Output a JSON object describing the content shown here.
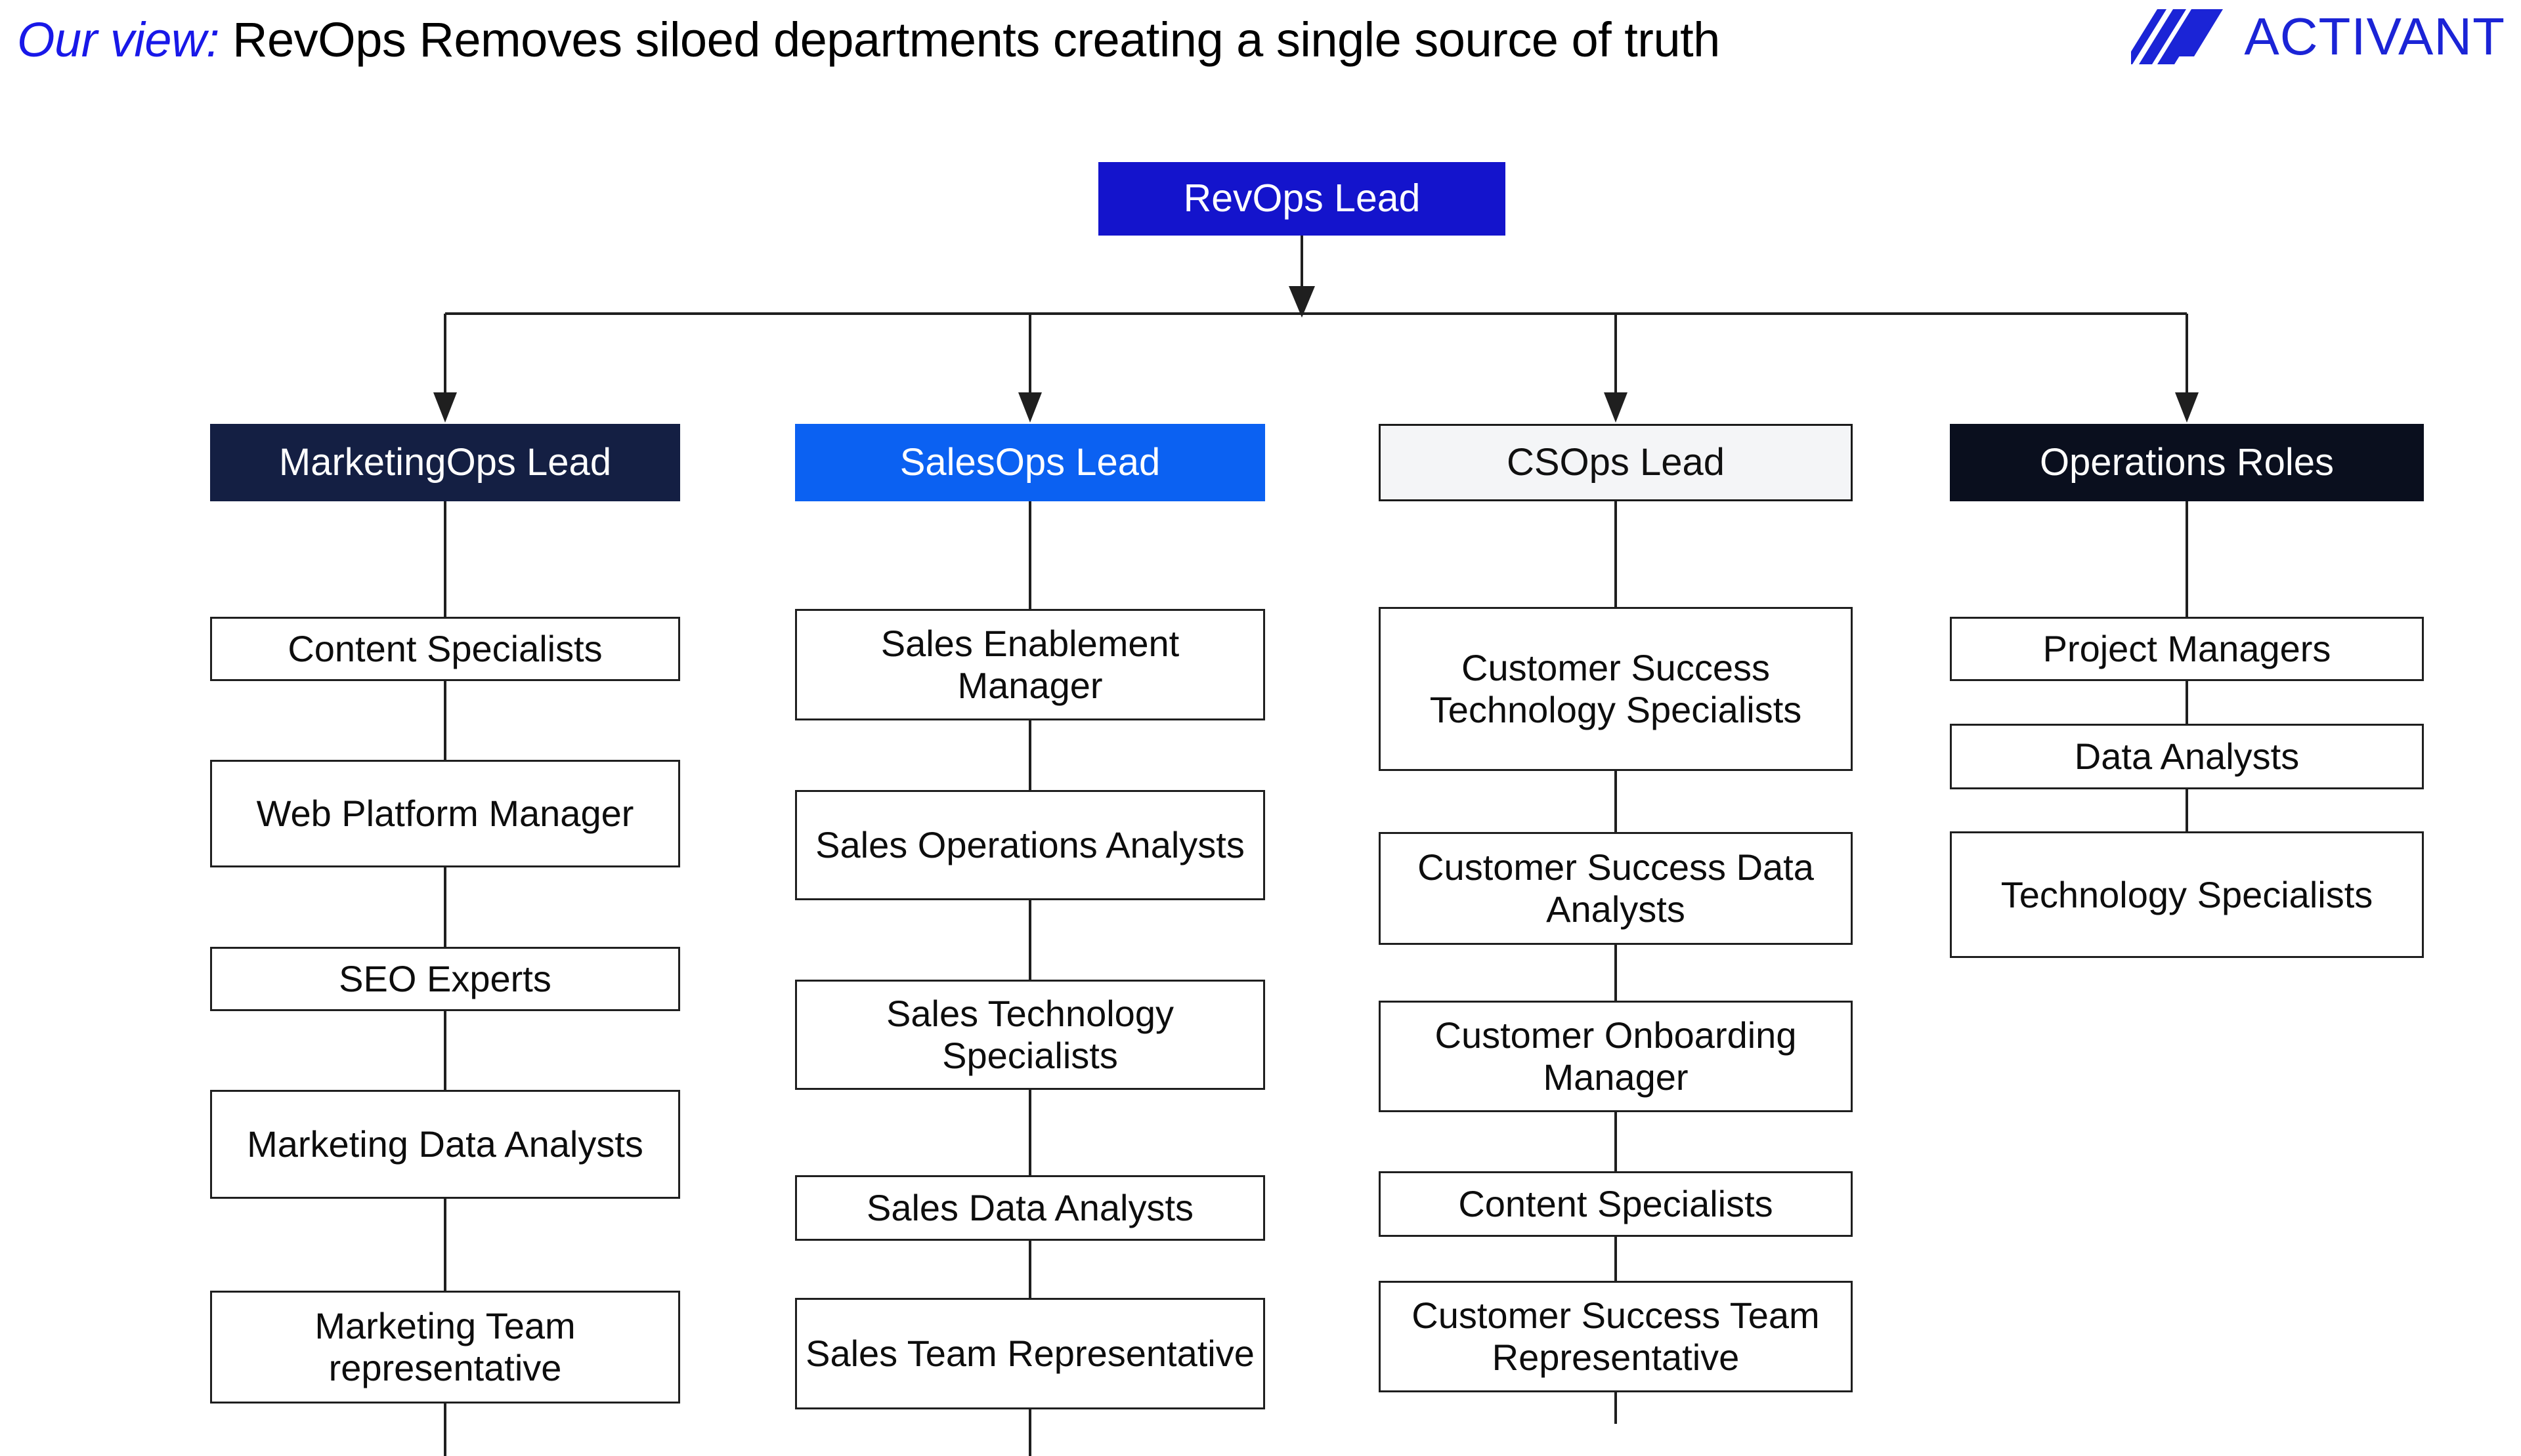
{
  "header": {
    "title_lead_in": "Our view:",
    "title_rest": " RevOps Removes siloed departments creating a single source of truth",
    "brand_name": "ACTIVANT",
    "brand_color": "#1B24D6",
    "accent_color": "#1818E8"
  },
  "chart_data": {
    "type": "diagram",
    "subtype": "org-chart",
    "title": "Our view: RevOps Removes siloed departments creating a single source of truth",
    "root": {
      "label": "RevOps Lead",
      "fill": "#1414CC",
      "text_color": "#FFFFFF"
    },
    "columns": [
      {
        "header": {
          "label": "MarketingOps Lead",
          "fill": "#141F43",
          "text_color": "#FFFFFF"
        },
        "items": [
          {
            "label": "Content Specialists"
          },
          {
            "label": "Web Platform Manager"
          },
          {
            "label": "SEO Experts"
          },
          {
            "label": "Marketing Data Analysts"
          },
          {
            "label": "Marketing Team representative"
          }
        ]
      },
      {
        "header": {
          "label": "SalesOps Lead",
          "fill": "#0B61F2",
          "text_color": "#FFFFFF"
        },
        "items": [
          {
            "label": "Sales Enablement Manager"
          },
          {
            "label": "Sales Operations Analysts"
          },
          {
            "label": "Sales Technology Specialists"
          },
          {
            "label": "Sales Data Analysts"
          },
          {
            "label": "Sales Team Representative"
          }
        ]
      },
      {
        "header": {
          "label": "CSOps Lead",
          "fill": "#F4F5F7",
          "text_color": "#101010"
        },
        "items": [
          {
            "label": "Customer Success Technology Specialists"
          },
          {
            "label": "Customer Success Data Analysts"
          },
          {
            "label": "Customer Onboarding Manager"
          },
          {
            "label": "Content Specialists"
          },
          {
            "label": "Customer Success Team Representative"
          }
        ]
      },
      {
        "header": {
          "label": "Operations Roles",
          "fill": "#0A0F1E",
          "text_color": "#FFFFFF"
        },
        "items": [
          {
            "label": "Project Managers"
          },
          {
            "label": "Data Analysts"
          },
          {
            "label": "Technology Specialists"
          }
        ]
      }
    ]
  }
}
